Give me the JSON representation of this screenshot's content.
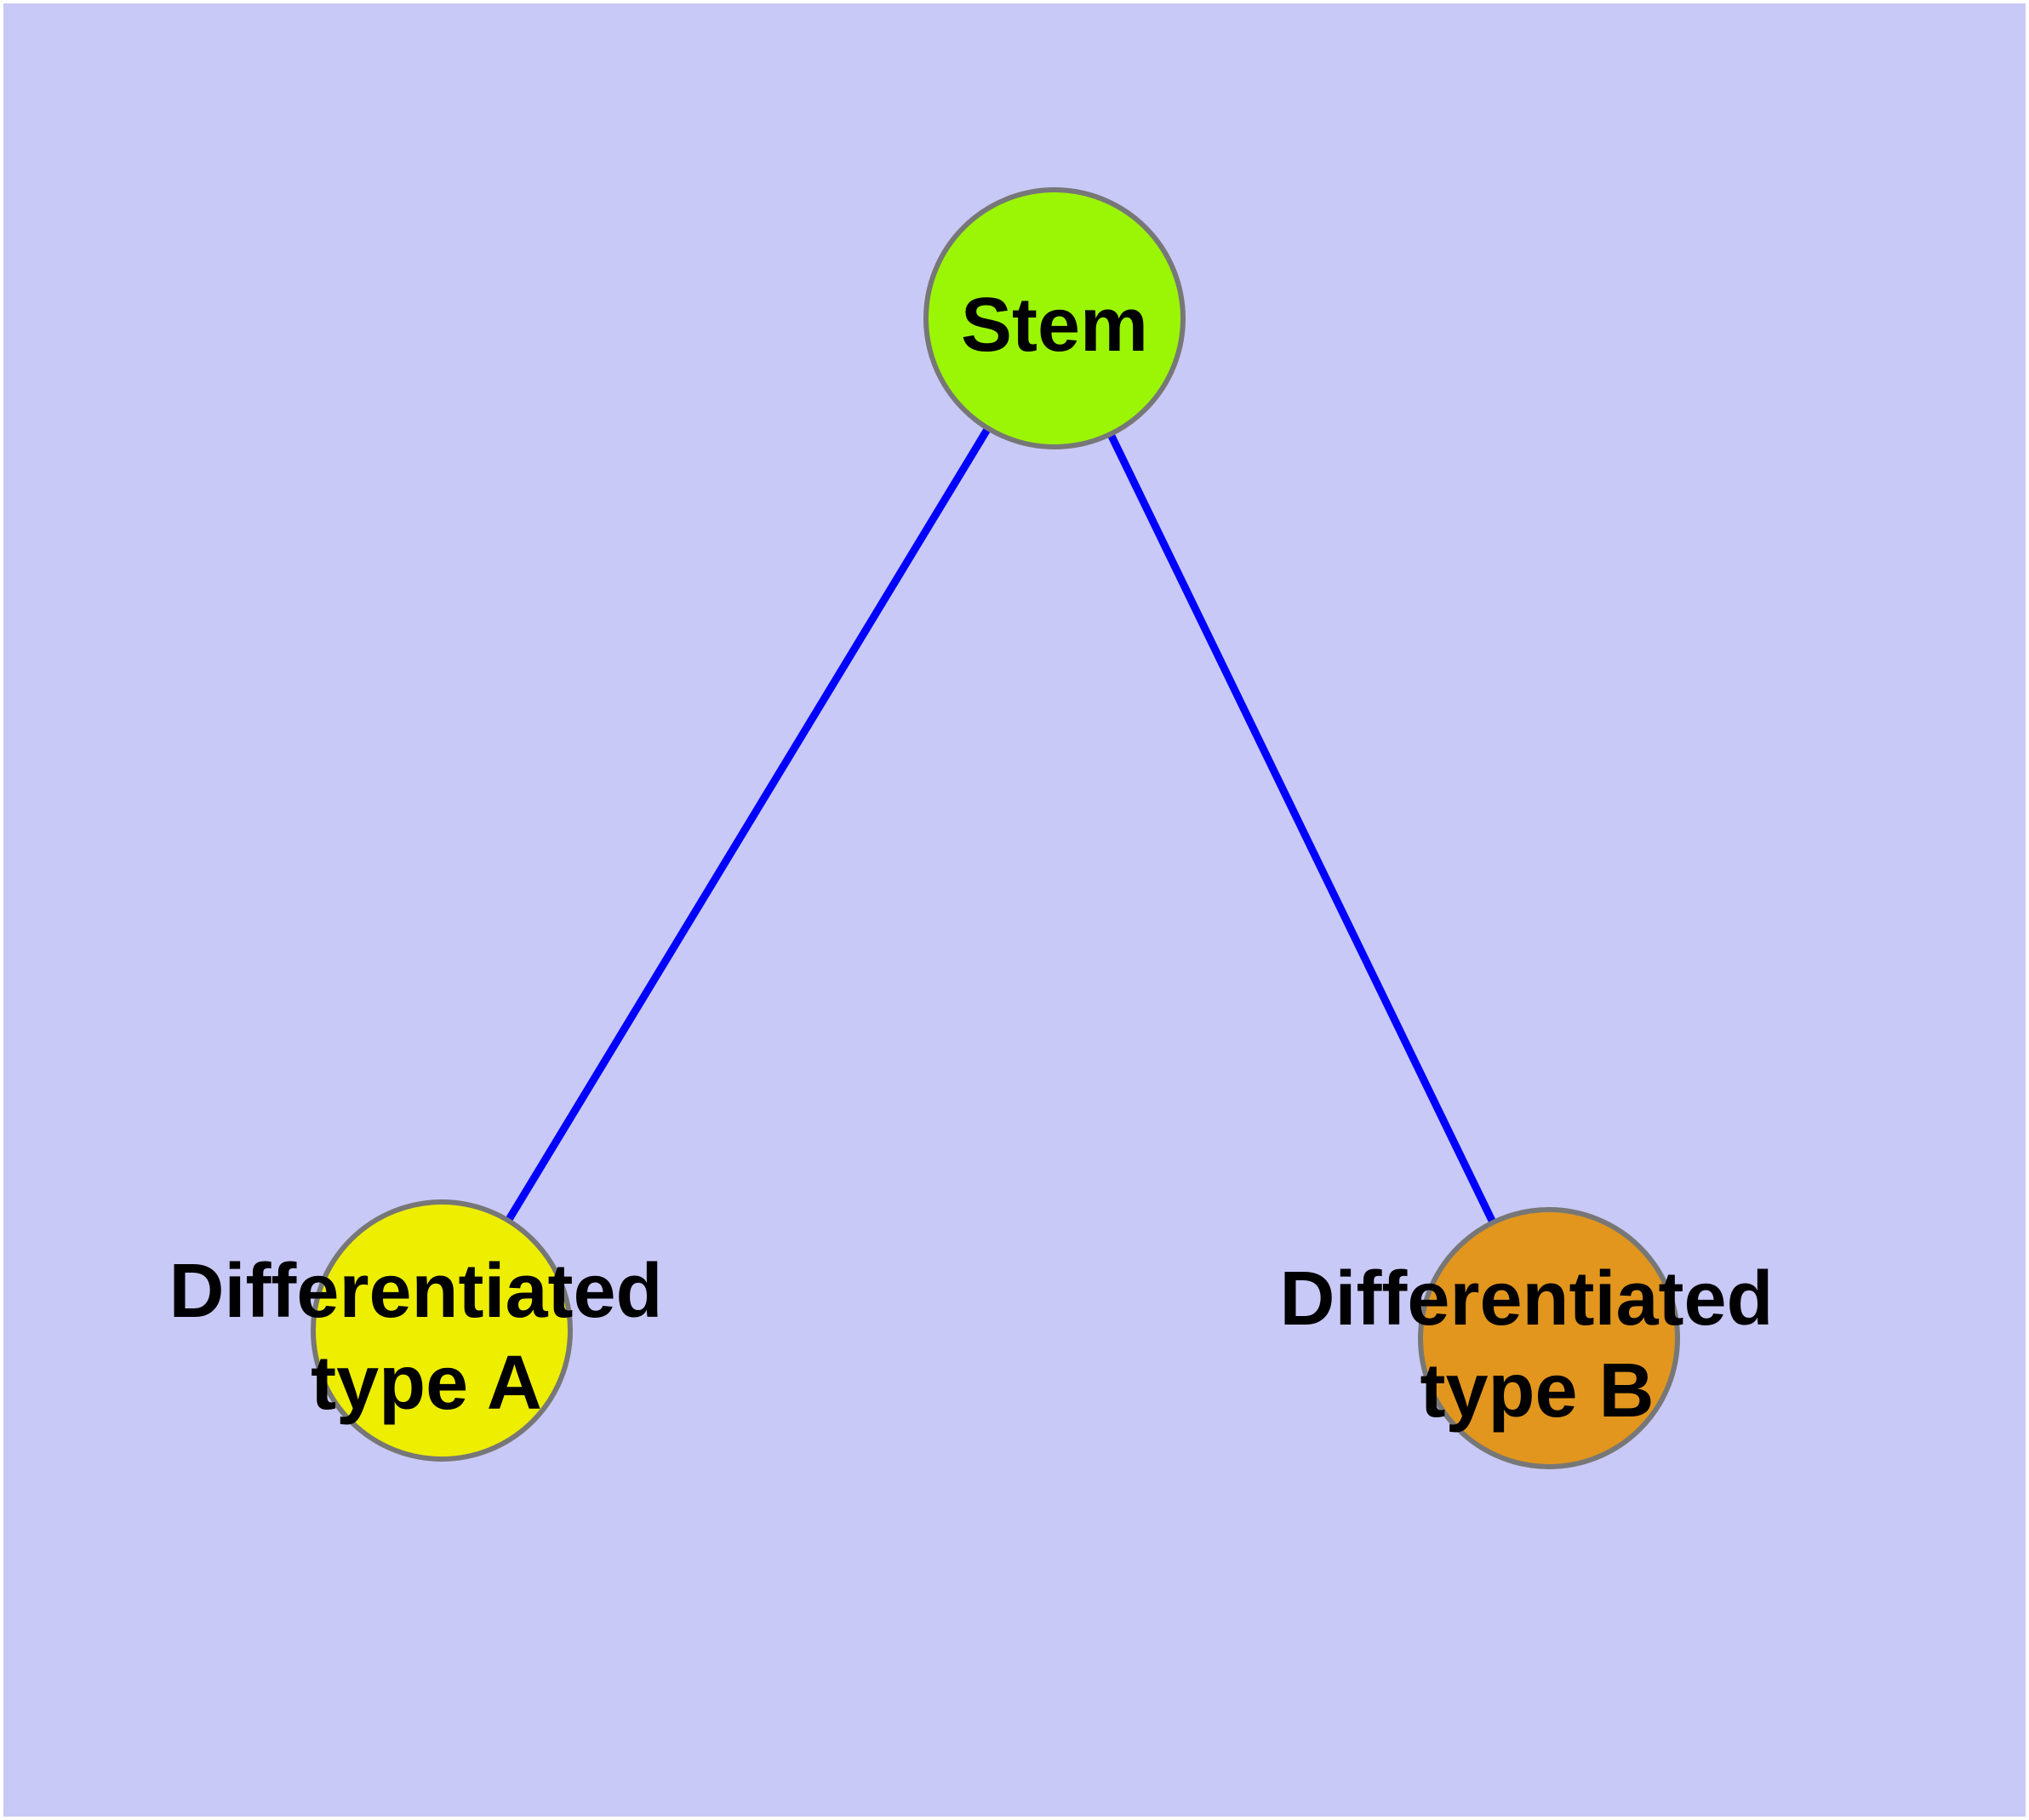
{
  "canvas": {
    "background": "#C9C9F7",
    "frame_color": "#FFFFFF"
  },
  "graph": {
    "edge_color": "#0000FF",
    "node_border_color": "#777777",
    "label_color": "#000000",
    "nodes": [
      {
        "id": "stem",
        "label": "Stem",
        "fill": "#9BF605"
      },
      {
        "id": "differentiated-type-a",
        "label_line1": "Differentiated",
        "label_line2": "type A",
        "fill": "#EEEE00"
      },
      {
        "id": "differentiated-type-b",
        "label_line1": "Differentiated",
        "label_line2": "type B",
        "fill": "#E2961E"
      }
    ],
    "edges": [
      {
        "from": "stem",
        "to": "differentiated-type-a"
      },
      {
        "from": "stem",
        "to": "differentiated-type-b"
      }
    ]
  }
}
